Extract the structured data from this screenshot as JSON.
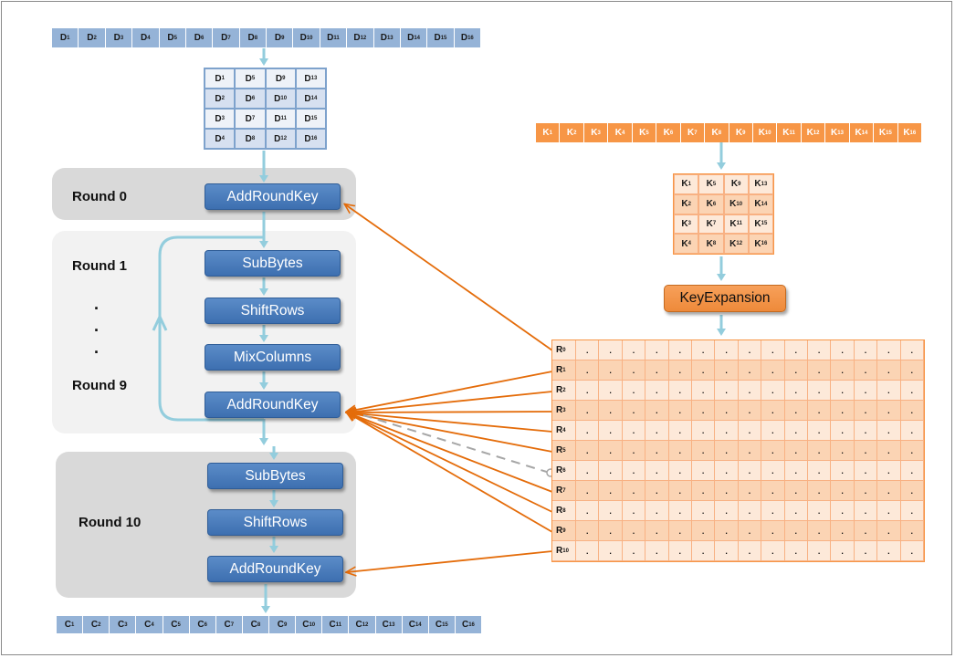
{
  "plaintext": [
    "D1",
    "D2",
    "D3",
    "D4",
    "D5",
    "D6",
    "D7",
    "D8",
    "D9",
    "D10",
    "D11",
    "D12",
    "D13",
    "D14",
    "D15",
    "D16"
  ],
  "state_matrix": [
    [
      "D1",
      "D5",
      "D9",
      "D13"
    ],
    [
      "D2",
      "D6",
      "D10",
      "D14"
    ],
    [
      "D3",
      "D7",
      "D11",
      "D15"
    ],
    [
      "D4",
      "D8",
      "D12",
      "D16"
    ]
  ],
  "key": [
    "K1",
    "K2",
    "K3",
    "K4",
    "K5",
    "K6",
    "K7",
    "K8",
    "K9",
    "K10",
    "K11",
    "K12",
    "K13",
    "K14",
    "K15",
    "K16"
  ],
  "key_matrix": [
    [
      "K1",
      "K5",
      "K9",
      "K13"
    ],
    [
      "K2",
      "K6",
      "K10",
      "K14"
    ],
    [
      "K3",
      "K7",
      "K11",
      "K15"
    ],
    [
      "K4",
      "K8",
      "K12",
      "K16"
    ]
  ],
  "ciphertext": [
    "C1",
    "C2",
    "C3",
    "C4",
    "C5",
    "C6",
    "C7",
    "C8",
    "C9",
    "C10",
    "C11",
    "C12",
    "C13",
    "C14",
    "C15",
    "C16"
  ],
  "rounds": {
    "round0": {
      "label": "Round 0",
      "ops": [
        "AddRoundKey"
      ]
    },
    "round1": {
      "label": "Round 1"
    },
    "round9": {
      "label": "Round 9",
      "ops": [
        "SubBytes",
        "ShiftRows",
        "MixColumns",
        "AddRoundKey"
      ]
    },
    "round10": {
      "label": "Round 10",
      "ops": [
        "SubBytes",
        "ShiftRows",
        "AddRoundKey"
      ]
    },
    "ellipsis": ".",
    "key_expansion": "KeyExpansion"
  },
  "key_schedule": {
    "rows": [
      "R0",
      "R1",
      "R2",
      "R3",
      "R4",
      "R5",
      "R6",
      "R7",
      "R8",
      "R9",
      "R10"
    ],
    "cell": "."
  },
  "colors": {
    "blue_cell": "#95b3d7",
    "orange_cell": "#f79646",
    "op_blue": "#4f81bd",
    "arrow_light": "#93cddd",
    "arrow_key": "#e46c0a"
  }
}
